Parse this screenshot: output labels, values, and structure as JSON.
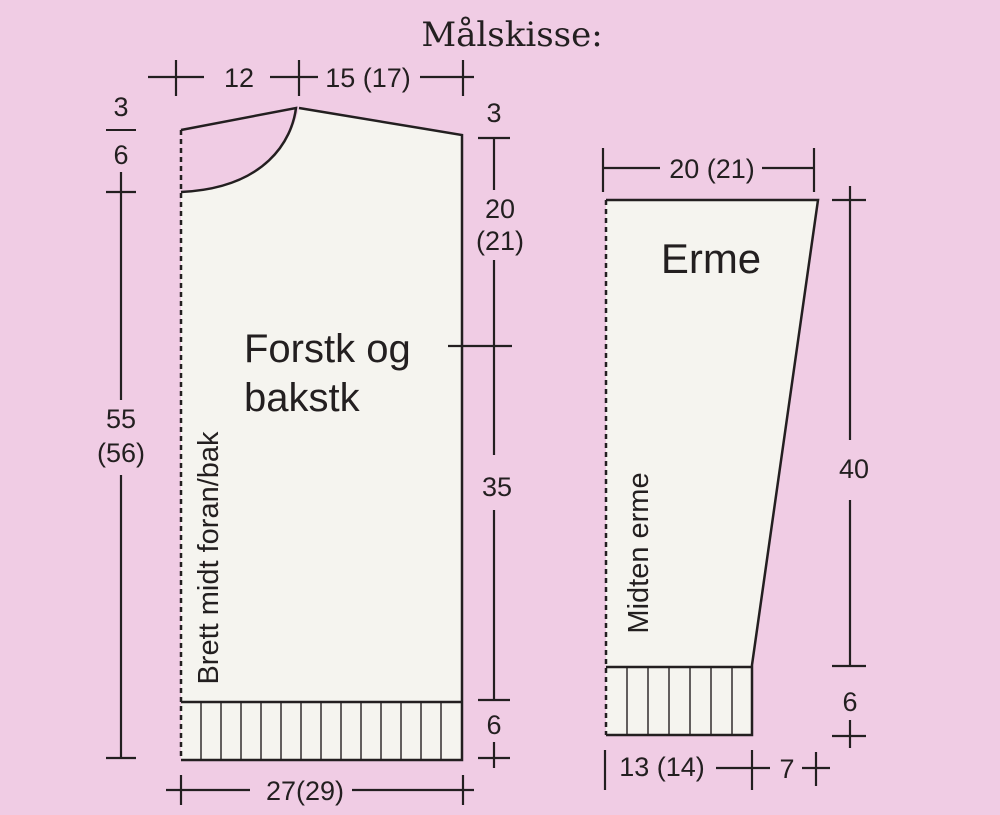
{
  "title": "Målskisse:",
  "colors": {
    "background": "#f0cce4",
    "piece_fill": "#f5f4ef",
    "line": "#231f20"
  },
  "body_piece": {
    "label_line1": "Forstk og",
    "label_line2": "bakstk",
    "fold_label": "Brett midt foran/bak",
    "dim_shoulder_left": "12",
    "dim_shoulder_right": "15 (17)",
    "dim_neck_top": "3",
    "dim_neck_bottom": "6",
    "dim_shoulder_drop": "3",
    "dim_armhole_line1": "20",
    "dim_armhole_line2": "(21)",
    "dim_side": "35",
    "dim_rib": "6",
    "dim_total_line1": "55",
    "dim_total_line2": "(56)",
    "dim_width": "27(29)"
  },
  "sleeve_piece": {
    "label": "Erme",
    "center_label": "Midten erme",
    "dim_top_width": "20 (21)",
    "dim_length": "40",
    "dim_rib": "6",
    "dim_cuff_width": "13 (14)",
    "dim_cuff_extra": "7"
  }
}
